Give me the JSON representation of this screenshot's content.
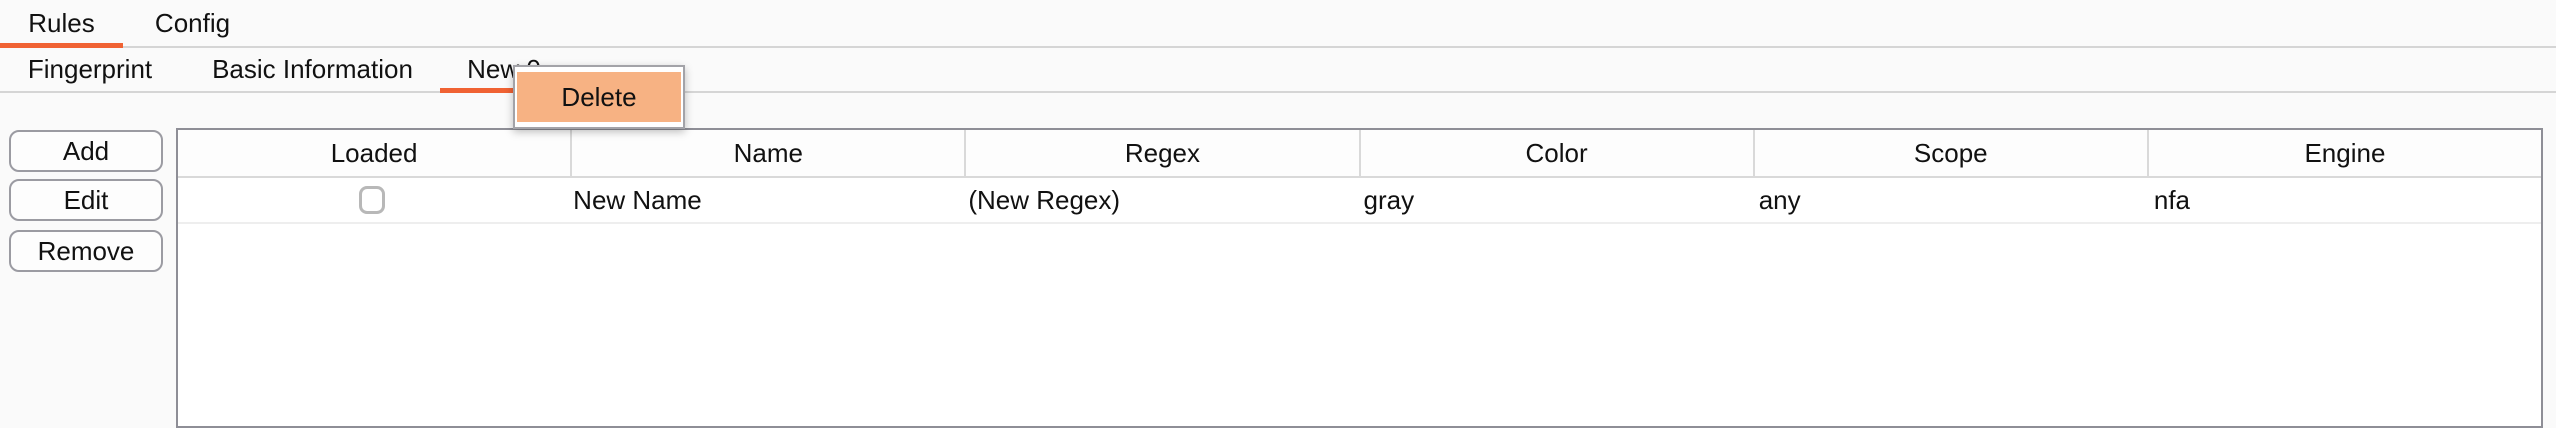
{
  "colors": {
    "accent": "#f06233",
    "menu_highlight": "#f7b283"
  },
  "primary_tabs": [
    {
      "label": "Rules",
      "selected": true
    },
    {
      "label": "Config",
      "selected": false
    }
  ],
  "secondary_tabs": [
    {
      "label": "Fingerprint",
      "selected": false
    },
    {
      "label": "Basic Information",
      "selected": false
    },
    {
      "label": "New 0",
      "selected": true
    }
  ],
  "context_menu": {
    "items": [
      {
        "label": "Delete",
        "highlighted": true
      }
    ]
  },
  "actions": [
    {
      "label": "Add"
    },
    {
      "label": "Edit"
    },
    {
      "label": "Remove"
    }
  ],
  "table": {
    "columns": [
      "Loaded",
      "Name",
      "Regex",
      "Color",
      "Scope",
      "Engine"
    ],
    "rows": [
      {
        "loaded": false,
        "name": "New Name",
        "regex": "(New Regex)",
        "color": "gray",
        "scope": "any",
        "engine": "nfa"
      }
    ]
  }
}
